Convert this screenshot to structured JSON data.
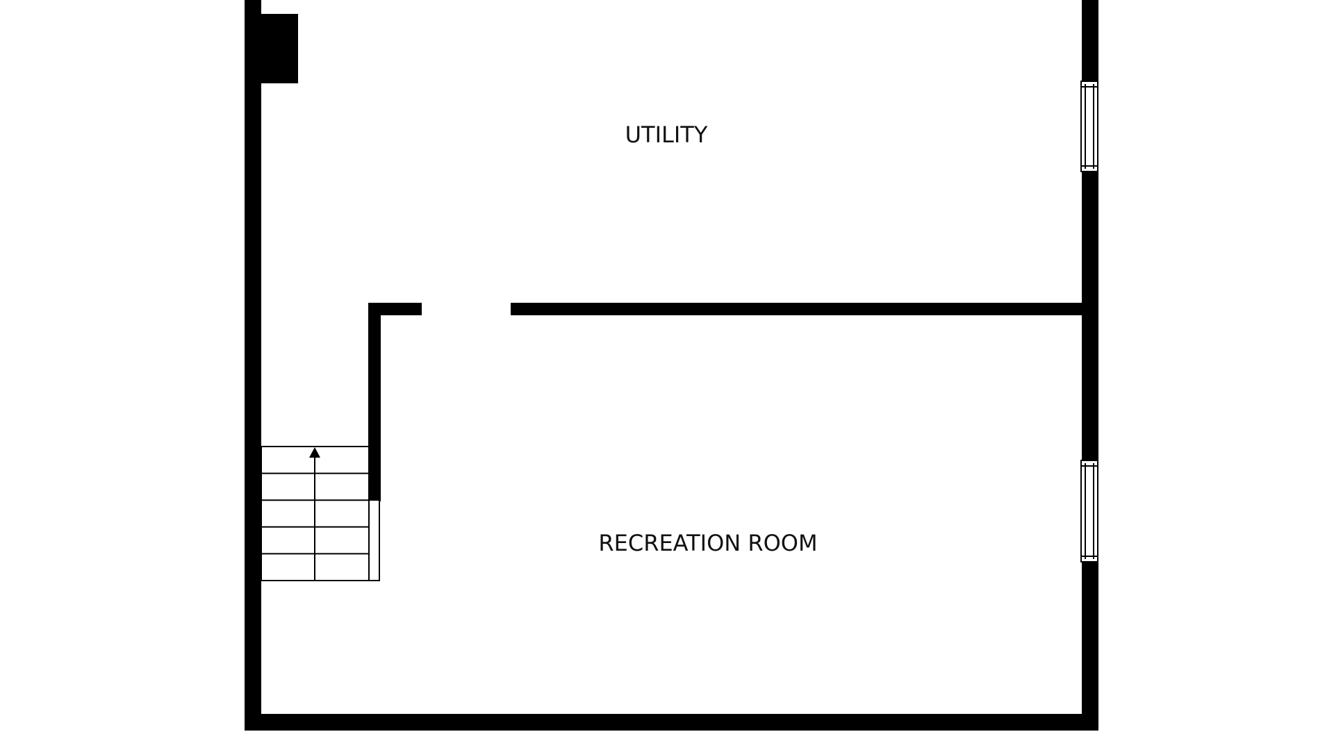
{
  "rooms": {
    "utility": {
      "label": "UTILITY"
    },
    "recreation": {
      "label": "RECREATION ROOM"
    }
  },
  "stairs": {
    "steps": 5,
    "direction": "up"
  },
  "colors": {
    "wall": "#000000",
    "background": "#ffffff",
    "label": "#111111"
  }
}
